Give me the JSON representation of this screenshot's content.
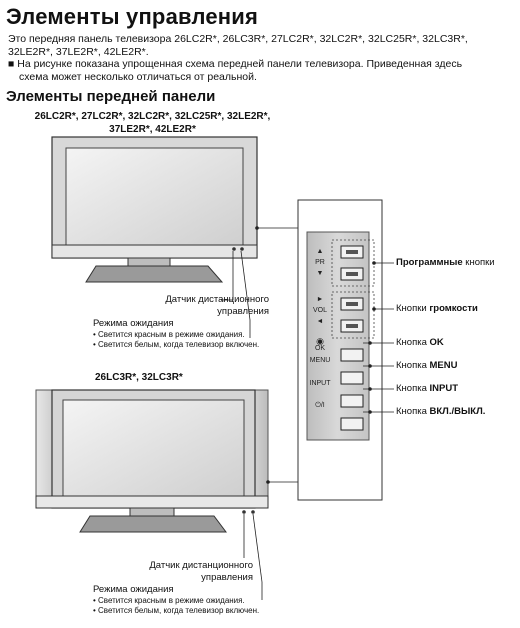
{
  "title": "Элементы управления",
  "intro_line1": "Это передняя панель телевизора 26LC2R*, 26LC3R*, 27LC2R*, 32LC2R*, 32LC25R*, 32LC3R*,",
  "intro_line2": "32LE2R*, 37LE2R*, 42LE2R*.",
  "note_line1": "■ На рисунке показана упрощенная схема передней панели телевизора. Приведенная здесь",
  "note_line2": "схема может несколько отличаться от реальной.",
  "section_title": "Элементы передней панели",
  "models_group1_line1": "26LC2R*, 27LC2R*, 32LC2R*, 32LC25R*, 32LE2R*,",
  "models_group1_line2": "37LE2R*, 42LE2R*",
  "models_group2": "26LC3R*, 32LC3R*",
  "remote_sensor_line1": "Датчик дистанционного",
  "remote_sensor_line2": "управления",
  "standby_title": "Режима ожидания",
  "standby_red": "• Светится красным в режиме ожидания.",
  "standby_white": "• Светится белым, когда телевизор включен.",
  "panel": {
    "pr": "PR",
    "vol": "VOL",
    "ok": "OK",
    "menu": "MENU",
    "input": "INPUT",
    "power": "⏻/I",
    "up": "▲",
    "down": "▼",
    "right": "►",
    "left": "◄",
    "ok_dot": "◉"
  },
  "callouts": {
    "program_bold": "Программные",
    "program_rest": " кнопки",
    "volume_rest": "Кнопки ",
    "volume_bold": "громкости",
    "ok_rest": "Кнопка ",
    "ok_bold": "OK",
    "menu_rest": "Кнопка ",
    "menu_bold": "MENU",
    "input_rest": "Кнопка ",
    "input_bold": "INPUT",
    "power_rest": "Кнопка ",
    "power_bold": "ВКЛ./ВЫКЛ."
  }
}
